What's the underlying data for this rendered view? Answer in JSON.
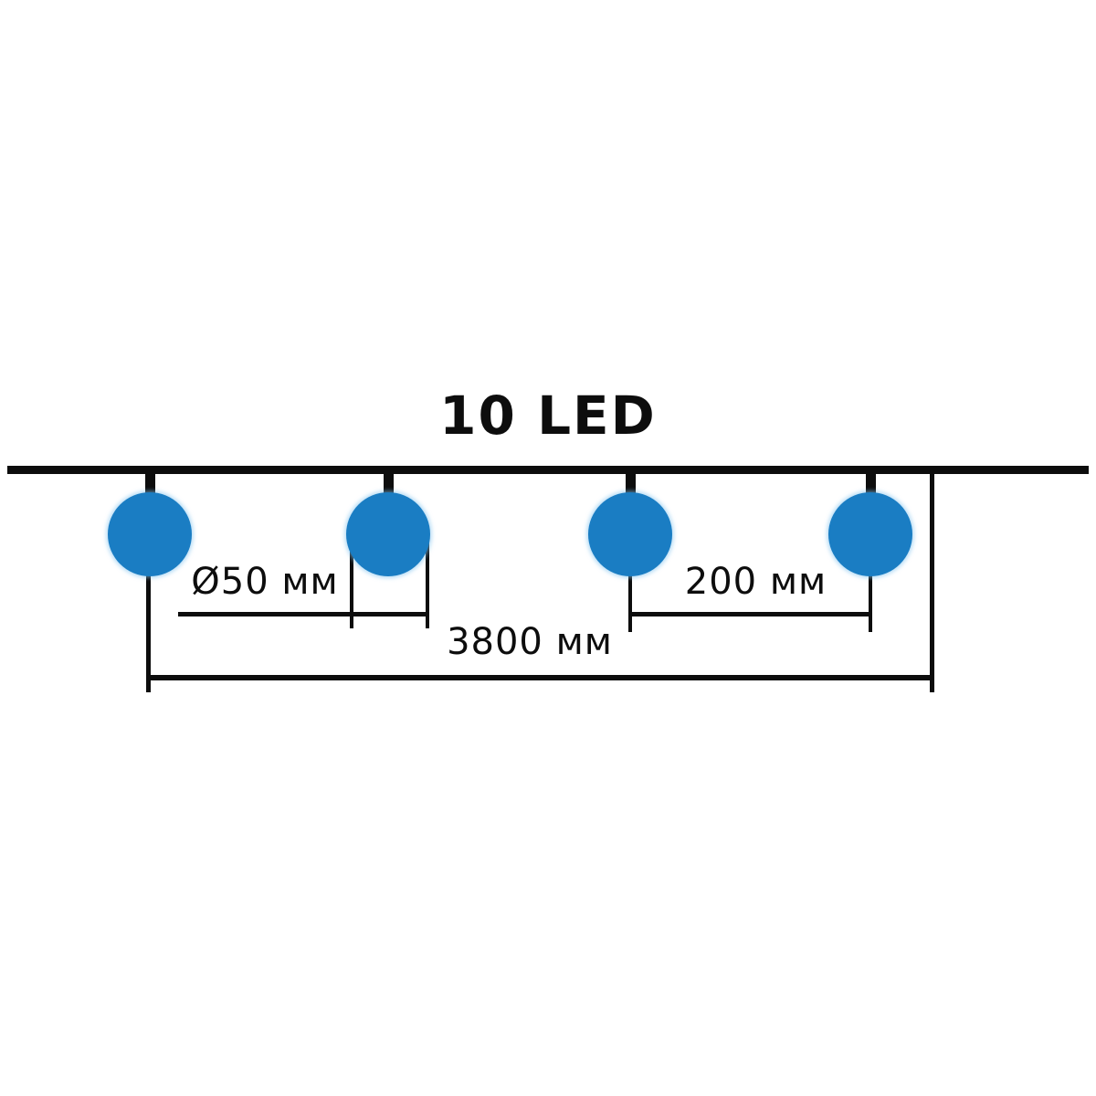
{
  "diagram": {
    "title": "10 LED",
    "led_count": "10",
    "bulbs_shown": 4,
    "labels": {
      "diameter": "Ø50 мм",
      "spacing": "200 мм",
      "total_length": "3800 мм"
    },
    "colors": {
      "bulb_fill": "#1A7DC3",
      "line": "#0D0D0D",
      "background": "#FFFFFF"
    }
  }
}
